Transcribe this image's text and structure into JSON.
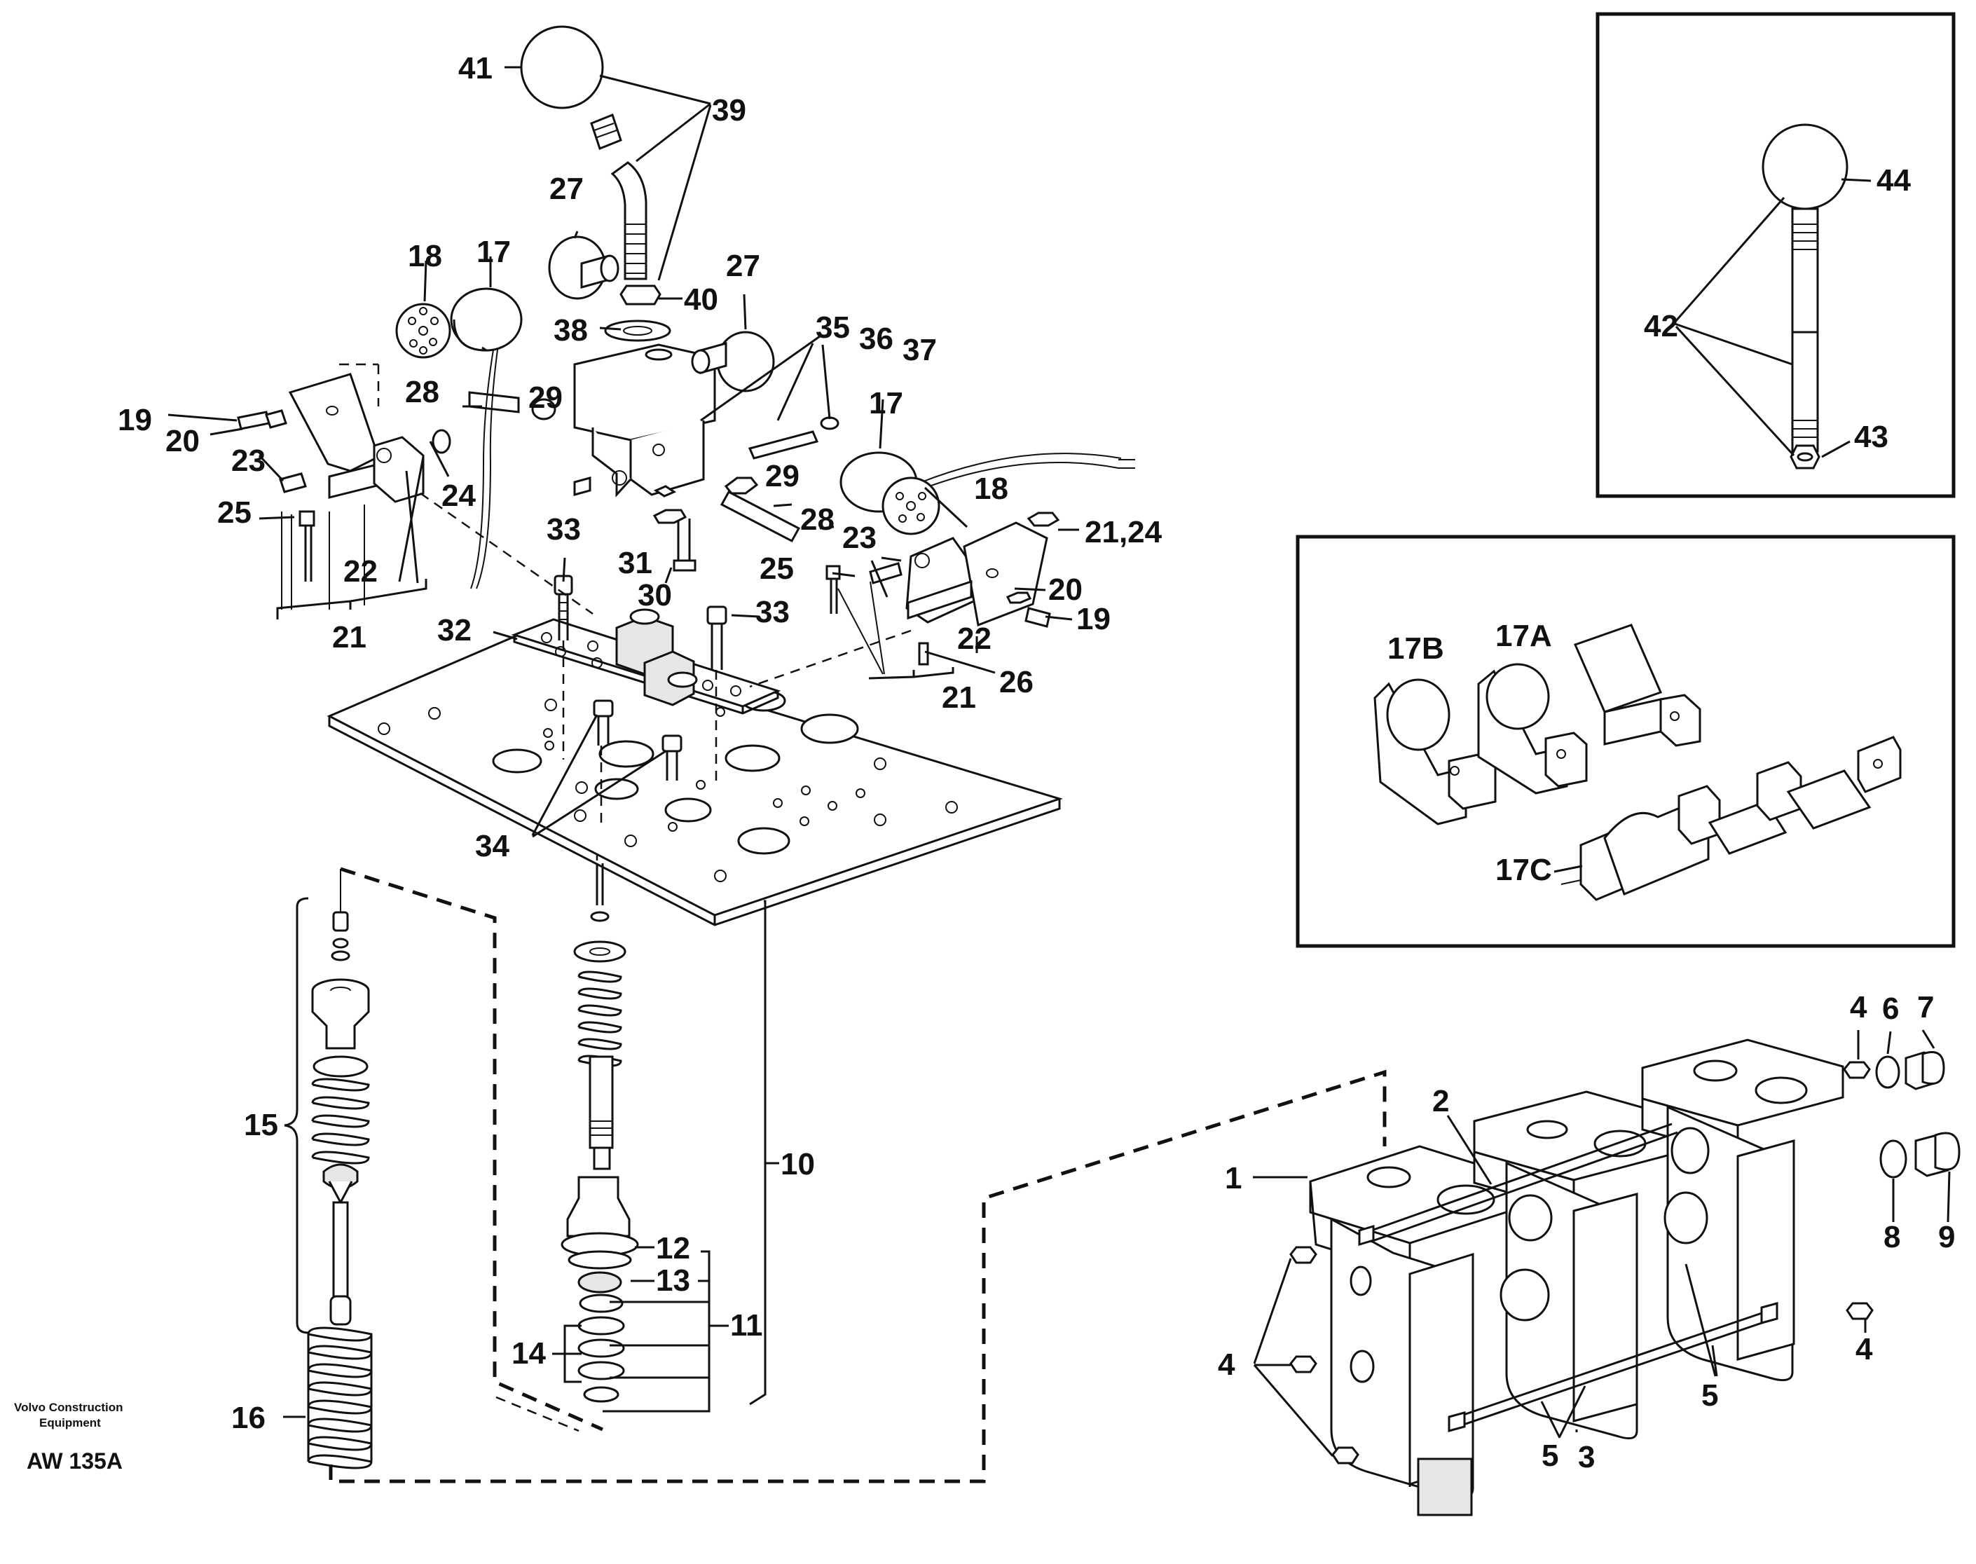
{
  "labels": {
    "n1": "1",
    "n2": "2",
    "n3": "3",
    "n4a": "4",
    "n4b": "4",
    "n4c": "4",
    "n5a": "5",
    "n5b": "5",
    "n6": "6",
    "n7": "7",
    "n8": "8",
    "n9": "9",
    "n10": "10",
    "n11": "11",
    "n12": "12",
    "n13": "13",
    "n14": "14",
    "n15": "15",
    "n16": "16",
    "n17a": "17",
    "n17b": "17",
    "n17A": "17A",
    "n17B": "17B",
    "n17C": "17C",
    "n18a": "18",
    "n18b": "18",
    "n19a": "19",
    "n19b": "19",
    "n20a": "20",
    "n20b": "20",
    "n21a": "21",
    "n21b": "21",
    "n2124": "21,24",
    "n22a": "22",
    "n22b": "22",
    "n23a": "23",
    "n23b": "23",
    "n24": "24",
    "n25a": "25",
    "n25b": "25",
    "n26": "26",
    "n27a": "27",
    "n27b": "27",
    "n28a": "28",
    "n28b": "28",
    "n29a": "29",
    "n29b": "29",
    "n30": "30",
    "n31": "31",
    "n32": "32",
    "n33a": "33",
    "n33b": "33",
    "n34": "34",
    "n35": "35",
    "n36": "36",
    "n37": "37",
    "n38": "38",
    "n39": "39",
    "n40": "40",
    "n41": "41",
    "n42": "42",
    "n43": "43",
    "n44": "44"
  },
  "footer": {
    "company_line1": "Volvo Construction",
    "company_line2": "Equipment",
    "drawing_code": "AW 135A"
  }
}
